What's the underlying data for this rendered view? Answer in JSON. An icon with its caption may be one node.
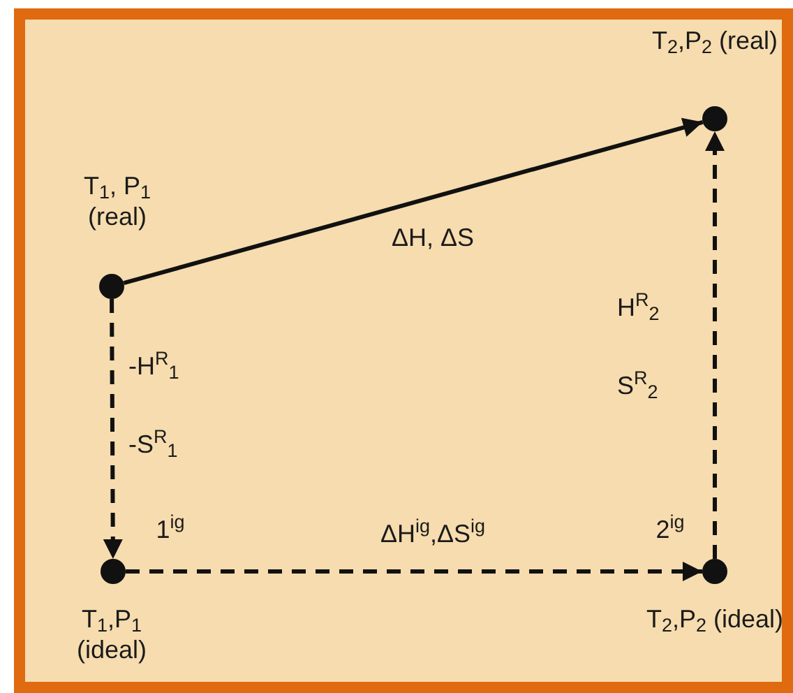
{
  "diagram": {
    "nodes": [
      {
        "text": [],
        "shape": "circle",
        "beside": [
          "T$_{2}$,P$_{2}$ (real)"
        ]
      },
      {
        "text": [],
        "shape": "circle",
        "beside": [
          "T$_{1}$, P$_{1}$ (real)"
        ]
      },
      {
        "text": [],
        "shape": "circle",
        "beside": [
          "T$_{1}$,P$_{1}$ (ideal)",
          "1$^{ig}$"
        ]
      },
      {
        "text": [],
        "shape": "circle",
        "beside": [
          "T$_{2}$,P$_{2}$ (ideal)",
          "2$^{ig}$"
        ]
      }
    ],
    "edges": [
      {
        "from": 1,
        "to": 0,
        "arrow": "to",
        "label": "ΔH, ΔS"
      },
      {
        "from": 1,
        "to": 2,
        "arrow": "to",
        "style": "dashed",
        "label": "-H$^{R}$$_{1}$ -S$^{R}$$_{1}$"
      },
      {
        "from": 2,
        "to": 3,
        "arrow": "to",
        "style": "dashed",
        "label": "ΔH$^{ig}$,ΔS$^{ig}$"
      },
      {
        "from": 3,
        "to": 0,
        "arrow": "to",
        "style": "dashed",
        "label": "H$^{R}$$_{2}$ S$^{R}$$_{2}$"
      }
    ]
  }
}
